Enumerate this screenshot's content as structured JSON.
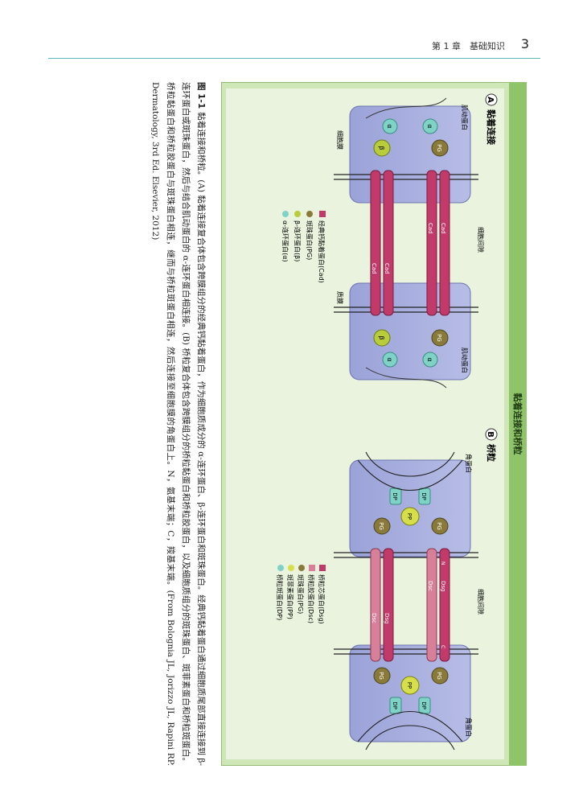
{
  "header": {
    "chapter": "第 1 章　基础知识",
    "page_number": "3"
  },
  "figure": {
    "title": "黏着连接和桥粒",
    "panel_a": {
      "letter": "A",
      "title": "黏着连接"
    },
    "panel_b": {
      "letter": "B",
      "title": "桥粒"
    },
    "labels": {
      "muscle_protein_left": "肌动蛋白",
      "muscle_protein_right": "肌动蛋白",
      "keratin_left": "角蛋白",
      "keratin_right": "角蛋白",
      "intercellular_a": "细胞间隙",
      "intercellular_b": "细胞间隙",
      "membrane": "质膜",
      "cell_membrane": "细胞膜"
    },
    "protein_tags": {
      "cad": "Cad",
      "dsc": "Dsc",
      "dsg": "Dsg",
      "pg": "PG",
      "pp": "PP",
      "dp": "DP",
      "alpha": "α",
      "beta": "β",
      "n": "N",
      "c": "C"
    },
    "legend_a": [
      {
        "text": "经典钙黏着蛋白(Cad)",
        "color": "#c23a6a"
      },
      {
        "text": "斑珠蛋白(PG)",
        "color": "#8a7a3a"
      },
      {
        "text": "β-连环蛋白(β)",
        "color": "#b9cc3c"
      },
      {
        "text": "α-连环蛋白(α)",
        "color": "#7fd3c6"
      }
    ],
    "legend_b": [
      {
        "text": "桥粒芯蛋白(Dsg)",
        "color": "#c23a6a"
      },
      {
        "text": "桥粒胶蛋白(Dsc)",
        "color": "#d8809a"
      },
      {
        "text": "斑珠蛋白(PG)",
        "color": "#8a7a3a"
      },
      {
        "text": "斑菲素蛋白(PP)",
        "color": "#d6df4a"
      },
      {
        "text": "桥粒斑蛋白(DP)",
        "color": "#7fd3c6"
      }
    ]
  },
  "caption": {
    "label": "图 1-1",
    "text": "黏着连接和桥粒。(A) 黏着连接复合体包含跨膜组分的经典钙黏着蛋白，作为细胞质成分的 α-连环蛋白、β-连环蛋白和斑珠蛋白。经典钙黏着蛋白通过细胞质尾部直接连接到 β-连环蛋白或斑珠蛋白，然后与结合肌动蛋白的 α-连环蛋白相连接。(B) 桥粒复合体包含跨膜组分的桥粒黏蛋白和桥粒胶蛋白，以及细胞质组分的斑珠蛋白、斑菲素蛋白和桥粒斑蛋白。桥粒黏蛋白和桥粒胶蛋白与斑珠蛋白相连，继而与桥粒斑蛋白相连，然后连接至细胞膜的角蛋白上。N，氨基末端；C，羧基末端。(From Bolognia JL, Jorizzo JL, Rapini RP. Dermatology, 3rd Ed. Elsevier, 2012)"
  }
}
